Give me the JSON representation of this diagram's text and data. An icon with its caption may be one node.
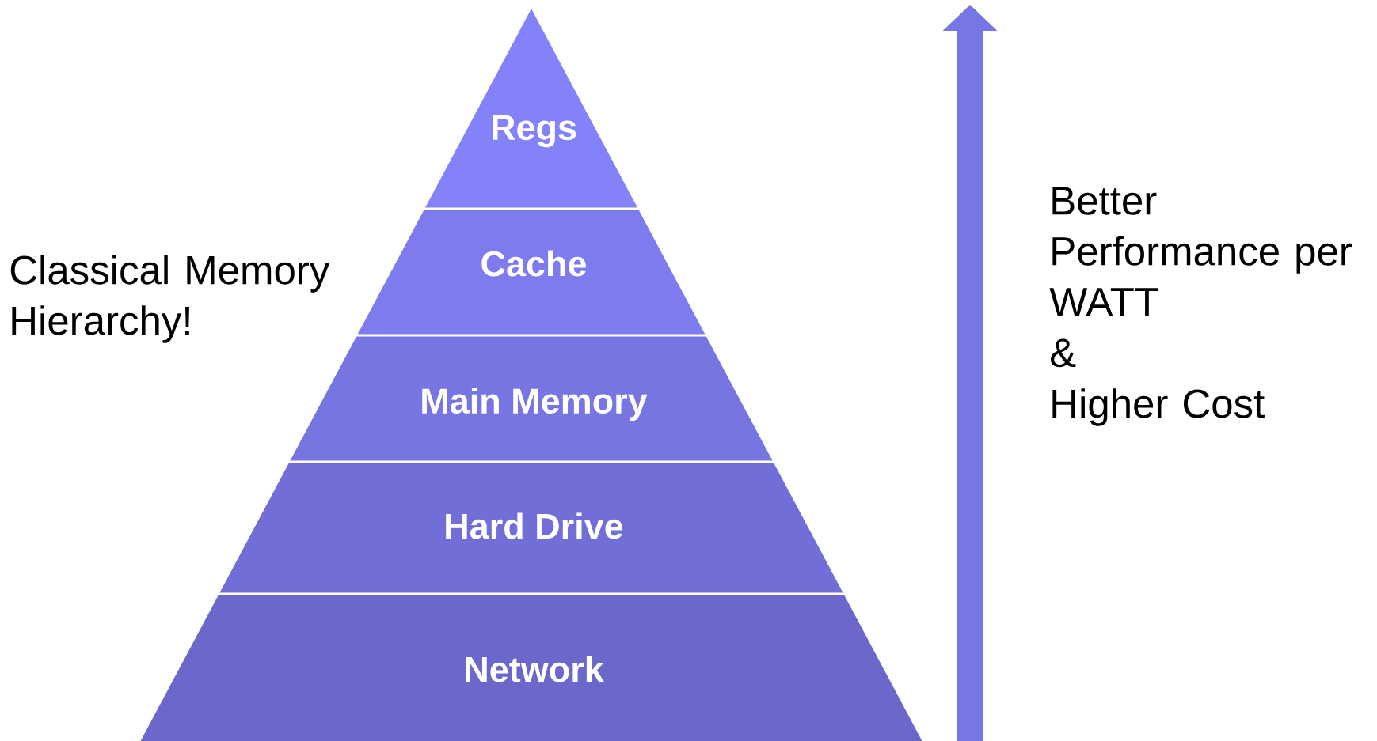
{
  "diagram": {
    "nodes": [
      {
        "text": [
          "Regs"
        ]
      },
      {
        "text": [
          "Cache"
        ]
      },
      {
        "text": [
          "Main Memory"
        ]
      },
      {
        "text": [
          "Hard Drive"
        ]
      },
      {
        "text": [
          "Network"
        ]
      }
    ],
    "labels": [
      "Classical Memory Hierarchy!",
      "Better Performance per WATT",
      "&",
      "Higher Cost"
    ]
  }
}
